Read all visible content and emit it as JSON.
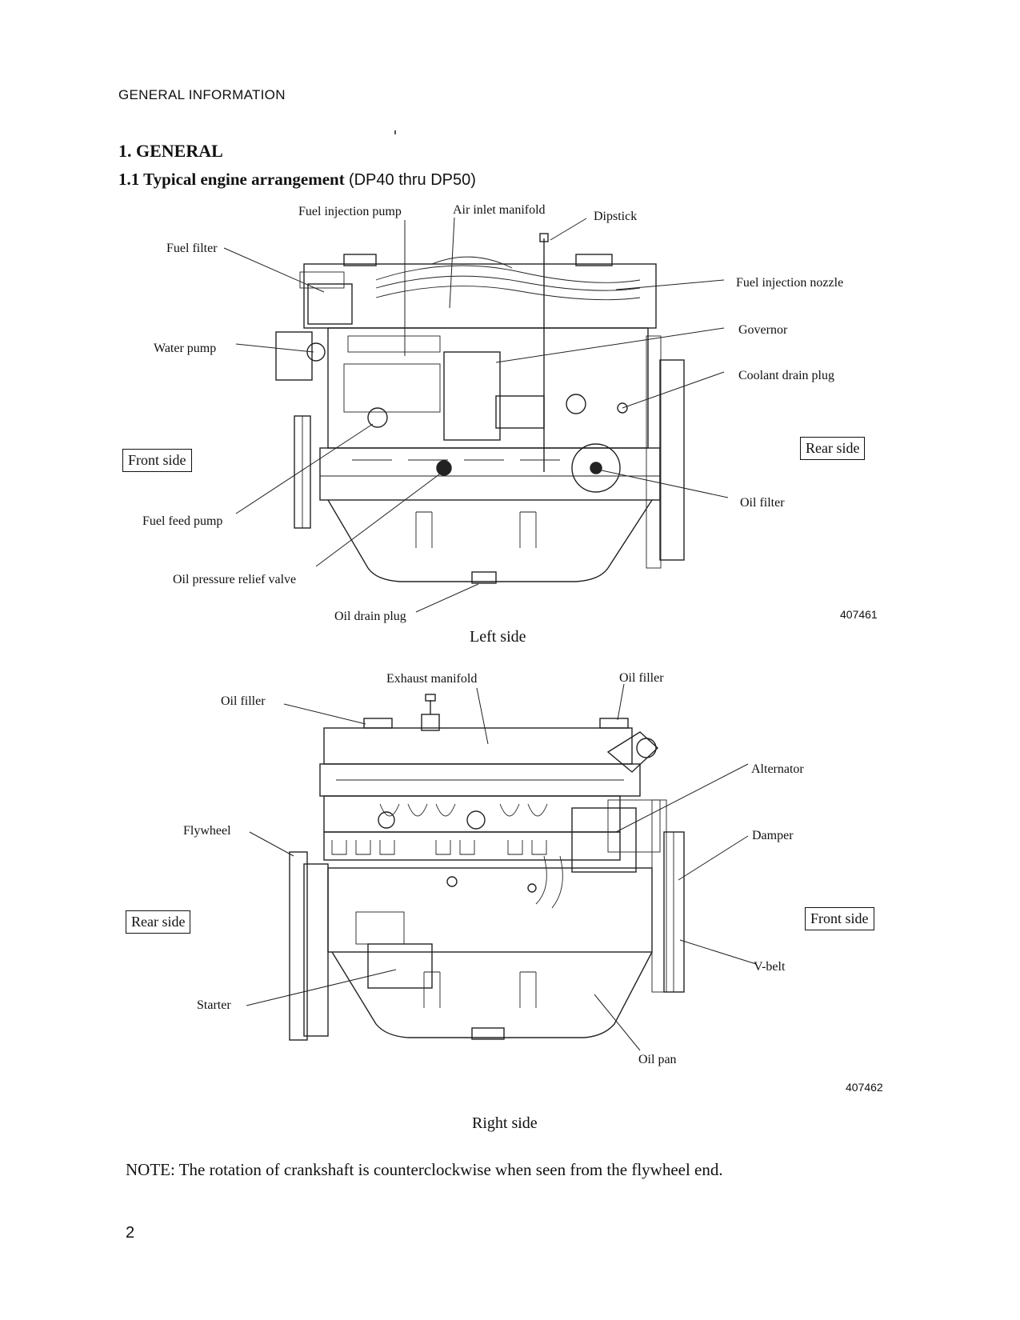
{
  "header": "GENERAL INFORMATION",
  "section_title": "1.  GENERAL",
  "subsection": {
    "number_title": "1.1  Typical engine arrangement",
    "models": "(DP40 thru DP50)"
  },
  "left_figure": {
    "labels": {
      "fuel_injection_pump": "Fuel injection pump",
      "air_inlet_manifold": "Air inlet manifold",
      "dipstick": "Dipstick",
      "fuel_filter": "Fuel filter",
      "fuel_injection_nozzle": "Fuel injection nozzle",
      "governor": "Governor",
      "water_pump": "Water pump",
      "coolant_drain_plug": "Coolant drain plug",
      "front_side": "Front side",
      "rear_side": "Rear side",
      "oil_filter": "Oil filter",
      "fuel_feed_pump": "Fuel feed pump",
      "oil_pressure_relief_valve": "Oil pressure relief valve",
      "oil_drain_plug": "Oil drain plug"
    },
    "figure_number": "407461",
    "caption": "Left side"
  },
  "right_figure": {
    "labels": {
      "exhaust_manifold": "Exhaust manifold",
      "oil_filler_top": "Oil filler",
      "oil_filler_left": "Oil filler",
      "alternator": "Alternator",
      "flywheel": "Flywheel",
      "damper": "Damper",
      "rear_side": "Rear side",
      "front_side": "Front side",
      "v_belt": "V-belt",
      "starter": "Starter",
      "oil_pan": "Oil pan"
    },
    "figure_number": "407462",
    "caption": "Right side"
  },
  "note": "NOTE:  The rotation of crankshaft is counterclockwise when seen from the flywheel end.",
  "page_number": "2"
}
